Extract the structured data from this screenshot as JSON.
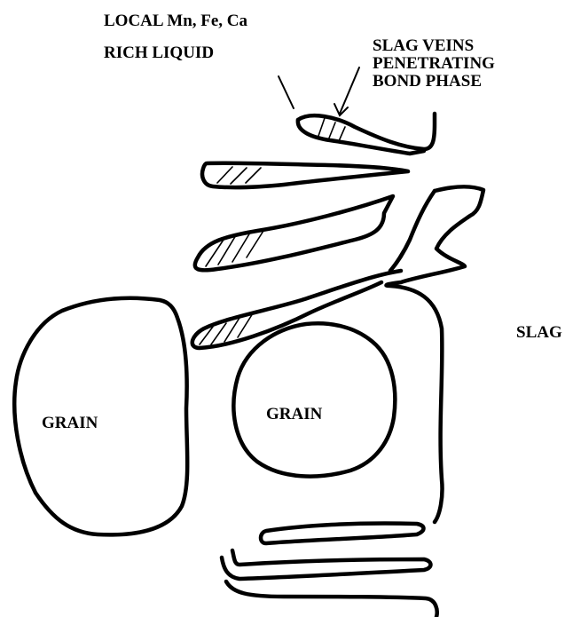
{
  "labels": {
    "local_liquid": [
      "LOCAL Mn, Fe, Ca",
      "RICH LIQUID"
    ],
    "slag_veins": [
      "SLAG VEINS",
      "PENETRATING",
      "BOND PHASE"
    ],
    "slag": "SLAG",
    "grain_left": "GRAIN",
    "grain_center": "GRAIN"
  },
  "colors": {
    "ink": "#000000",
    "background": "#ffffff"
  }
}
